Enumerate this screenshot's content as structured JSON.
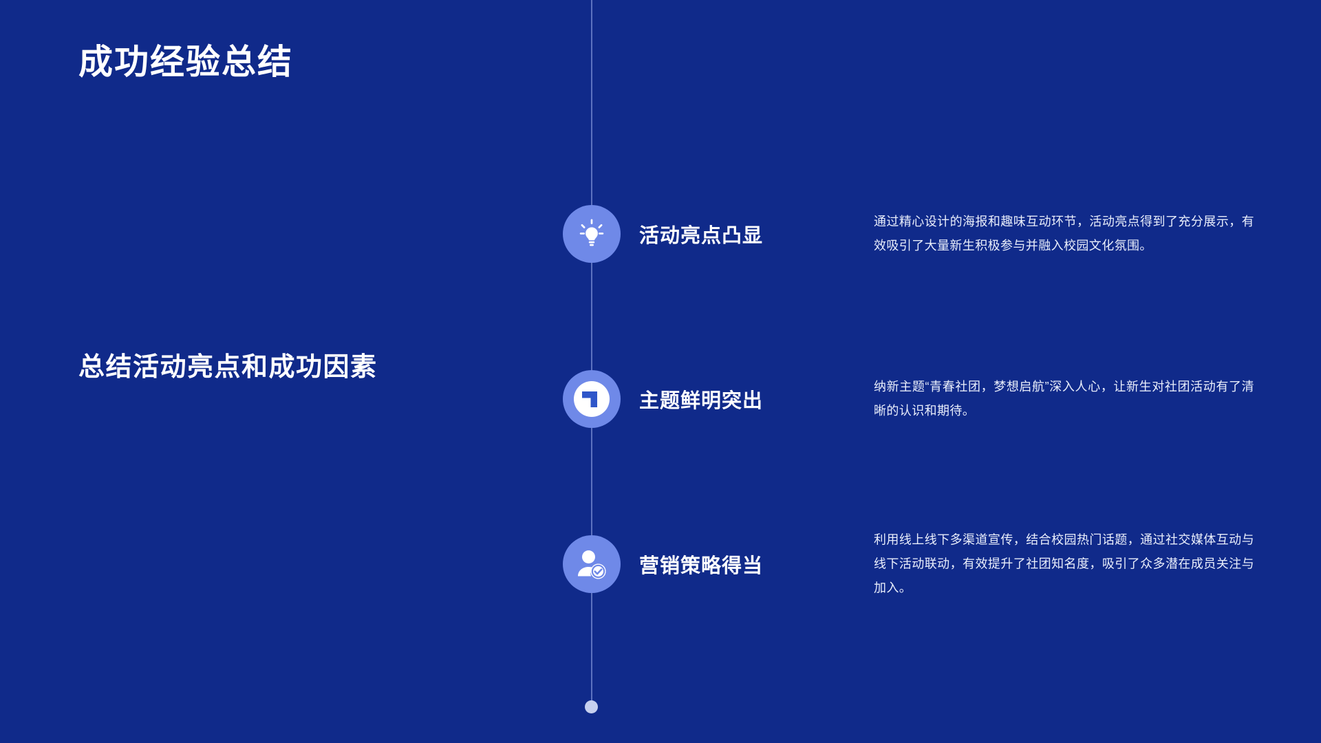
{
  "slide": {
    "background_color": "#102a8a",
    "title": "成功经验总结",
    "subtitle": "总结活动亮点和成功因素"
  },
  "theme": {
    "background": "#102a8a",
    "accent_circle": "#6f89e8",
    "axis_line": "#7b8fd6",
    "end_dot": "#c6d0ef",
    "heading_text": "#ffffff",
    "body_text": "#e9eefb"
  },
  "timeline": {
    "items": [
      {
        "icon": "lightbulb-icon",
        "heading": "活动亮点凸显",
        "body": "通过精心设计的海报和趣味互动环节，活动亮点得到了充分展示，有效吸引了大量新生积极参与并融入校园文化氛围。"
      },
      {
        "icon": "target-corner-icon",
        "heading": "主题鲜明突出",
        "body": "纳新主题“青春社团，梦想启航”深入人心，让新生对社团活动有了清晰的认识和期待。"
      },
      {
        "icon": "user-check-icon",
        "heading": "营销策略得当",
        "body": "利用线上线下多渠道宣传，结合校园热门话题，通过社交媒体互动与线下活动联动，有效提升了社团知名度，吸引了众多潜在成员关注与加入。"
      }
    ]
  }
}
